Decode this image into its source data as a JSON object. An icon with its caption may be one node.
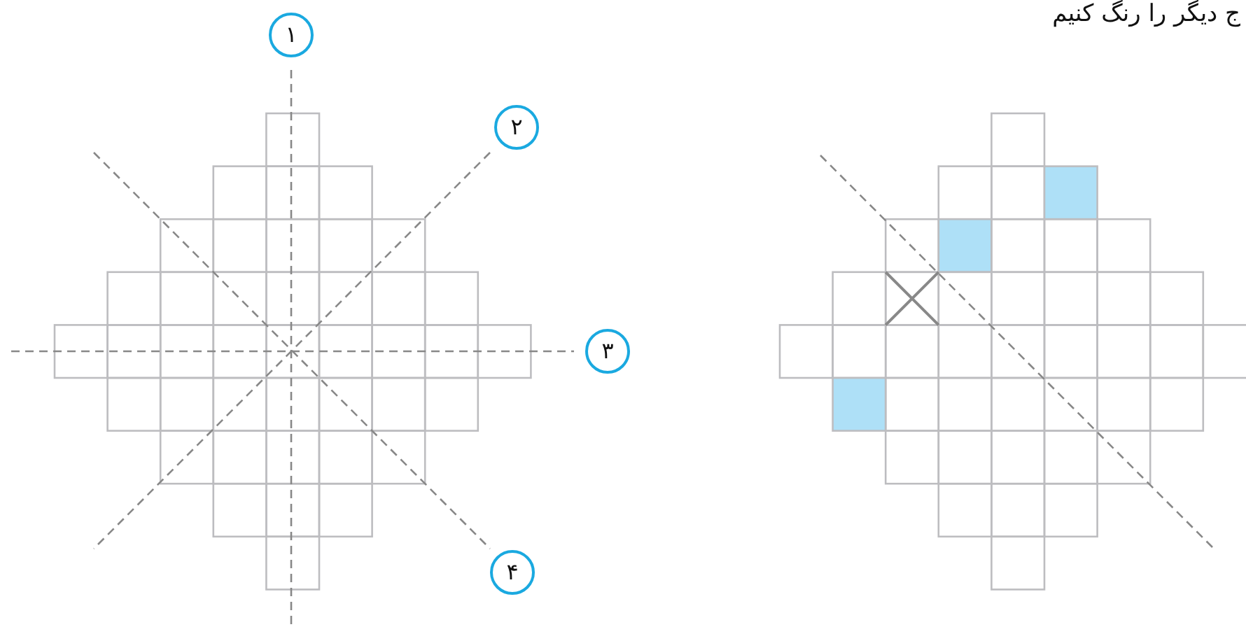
{
  "diagram": {
    "nodes": [
      {
        "text": [
          "۱"
        ]
      },
      {
        "text": [
          "۲"
        ]
      },
      {
        "text": [
          "۳"
        ]
      },
      {
        "text": [
          "۴"
        ]
      }
    ],
    "labels": [
      "ج دیگر را رنگ کنیم"
    ]
  }
}
